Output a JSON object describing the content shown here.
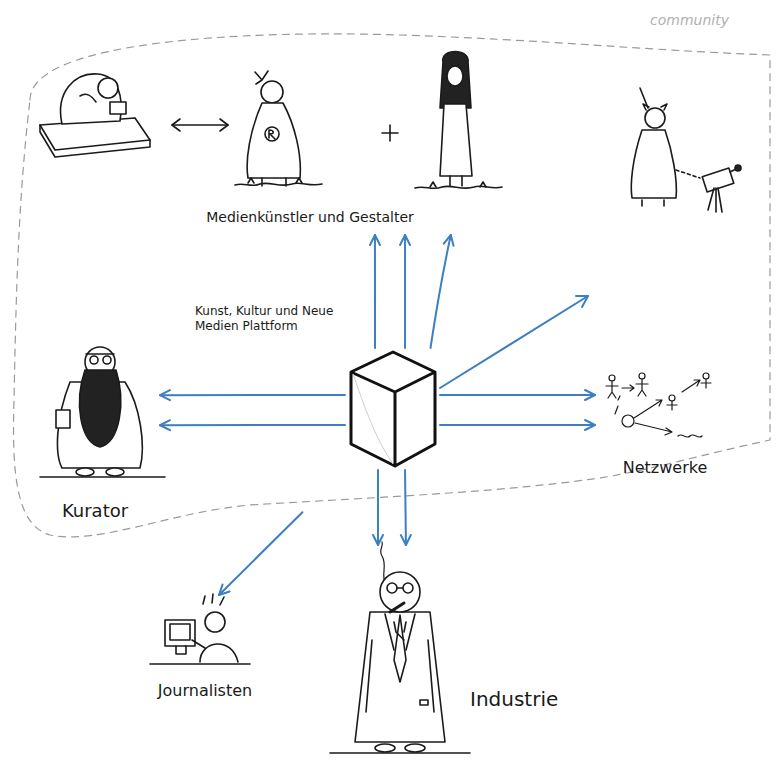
{
  "diagram": {
    "nodes": [
      {
        "text": [
          "community"
        ]
      },
      {
        "text": [
          "Medienkünstler und Gestalter"
        ],
        "in": 0
      },
      {
        "text": [
          "Kunst, Kultur und Neue Medien Plattform"
        ],
        "in": 0
      },
      {
        "text": [
          "Kurator"
        ],
        "in": 0
      },
      {
        "text": [
          "Netzwerke"
        ],
        "in": 0
      },
      {
        "text": [
          "Journalisten"
        ]
      },
      {
        "text": [
          "Industrie"
        ]
      }
    ],
    "edges": [
      {
        "from": 2,
        "to": 1,
        "arrow": "to"
      },
      {
        "from": 2,
        "to": 1,
        "arrow": "to"
      },
      {
        "from": 2,
        "to": 1,
        "arrow": "to"
      },
      {
        "from": 2,
        "to": 3,
        "arrow": "to"
      },
      {
        "from": 2,
        "to": 3,
        "arrow": "to"
      },
      {
        "from": 2,
        "to": 4,
        "arrow": "to"
      },
      {
        "from": 2,
        "to": 4,
        "arrow": "to"
      },
      {
        "from": 2,
        "to": 6,
        "arrow": "to"
      },
      {
        "from": 2,
        "to": 6,
        "arrow": "to"
      },
      {
        "from": 2,
        "to": 5,
        "arrow": "to"
      }
    ]
  }
}
